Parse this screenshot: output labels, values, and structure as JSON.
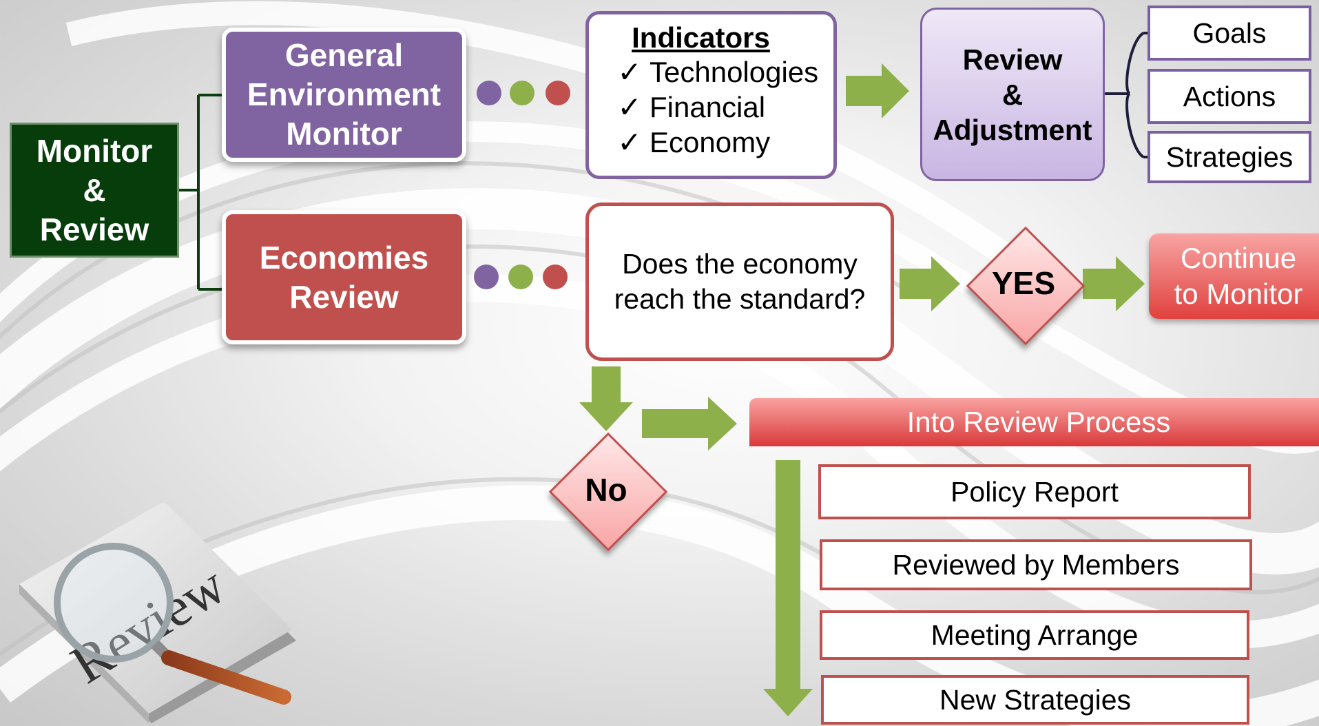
{
  "root": {
    "line1": "Monitor",
    "line2": "&",
    "line3": "Review"
  },
  "general_env": {
    "line1": "General",
    "line2": "Environment",
    "line3": "Monitor"
  },
  "economies_review": {
    "line1": "Economies",
    "line2": "Review"
  },
  "indicators": {
    "title": "Indicators",
    "check": "✓",
    "items": [
      "Technologies",
      "Financial",
      "Economy"
    ]
  },
  "review_adjustment": {
    "line1": "Review",
    "line2": "&",
    "line3": "Adjustment"
  },
  "outcomes": [
    "Goals",
    "Actions",
    "Strategies"
  ],
  "question": {
    "line1": "Does the economy",
    "line2": "reach the standard?"
  },
  "yes_label": "YES",
  "no_label": "No",
  "continue": {
    "line1": "Continue",
    "line2": "to Monitor"
  },
  "review_process": {
    "title": "Into Review Process",
    "steps": [
      "Policy Report",
      "Reviewed by Members",
      "Meeting Arrange",
      "New Strategies"
    ]
  },
  "review_image_text": "Review",
  "colors": {
    "root_green": "#063d0b",
    "purple": "#8064a2",
    "red": "#c0504d",
    "arrow_green": "#8db04a"
  }
}
